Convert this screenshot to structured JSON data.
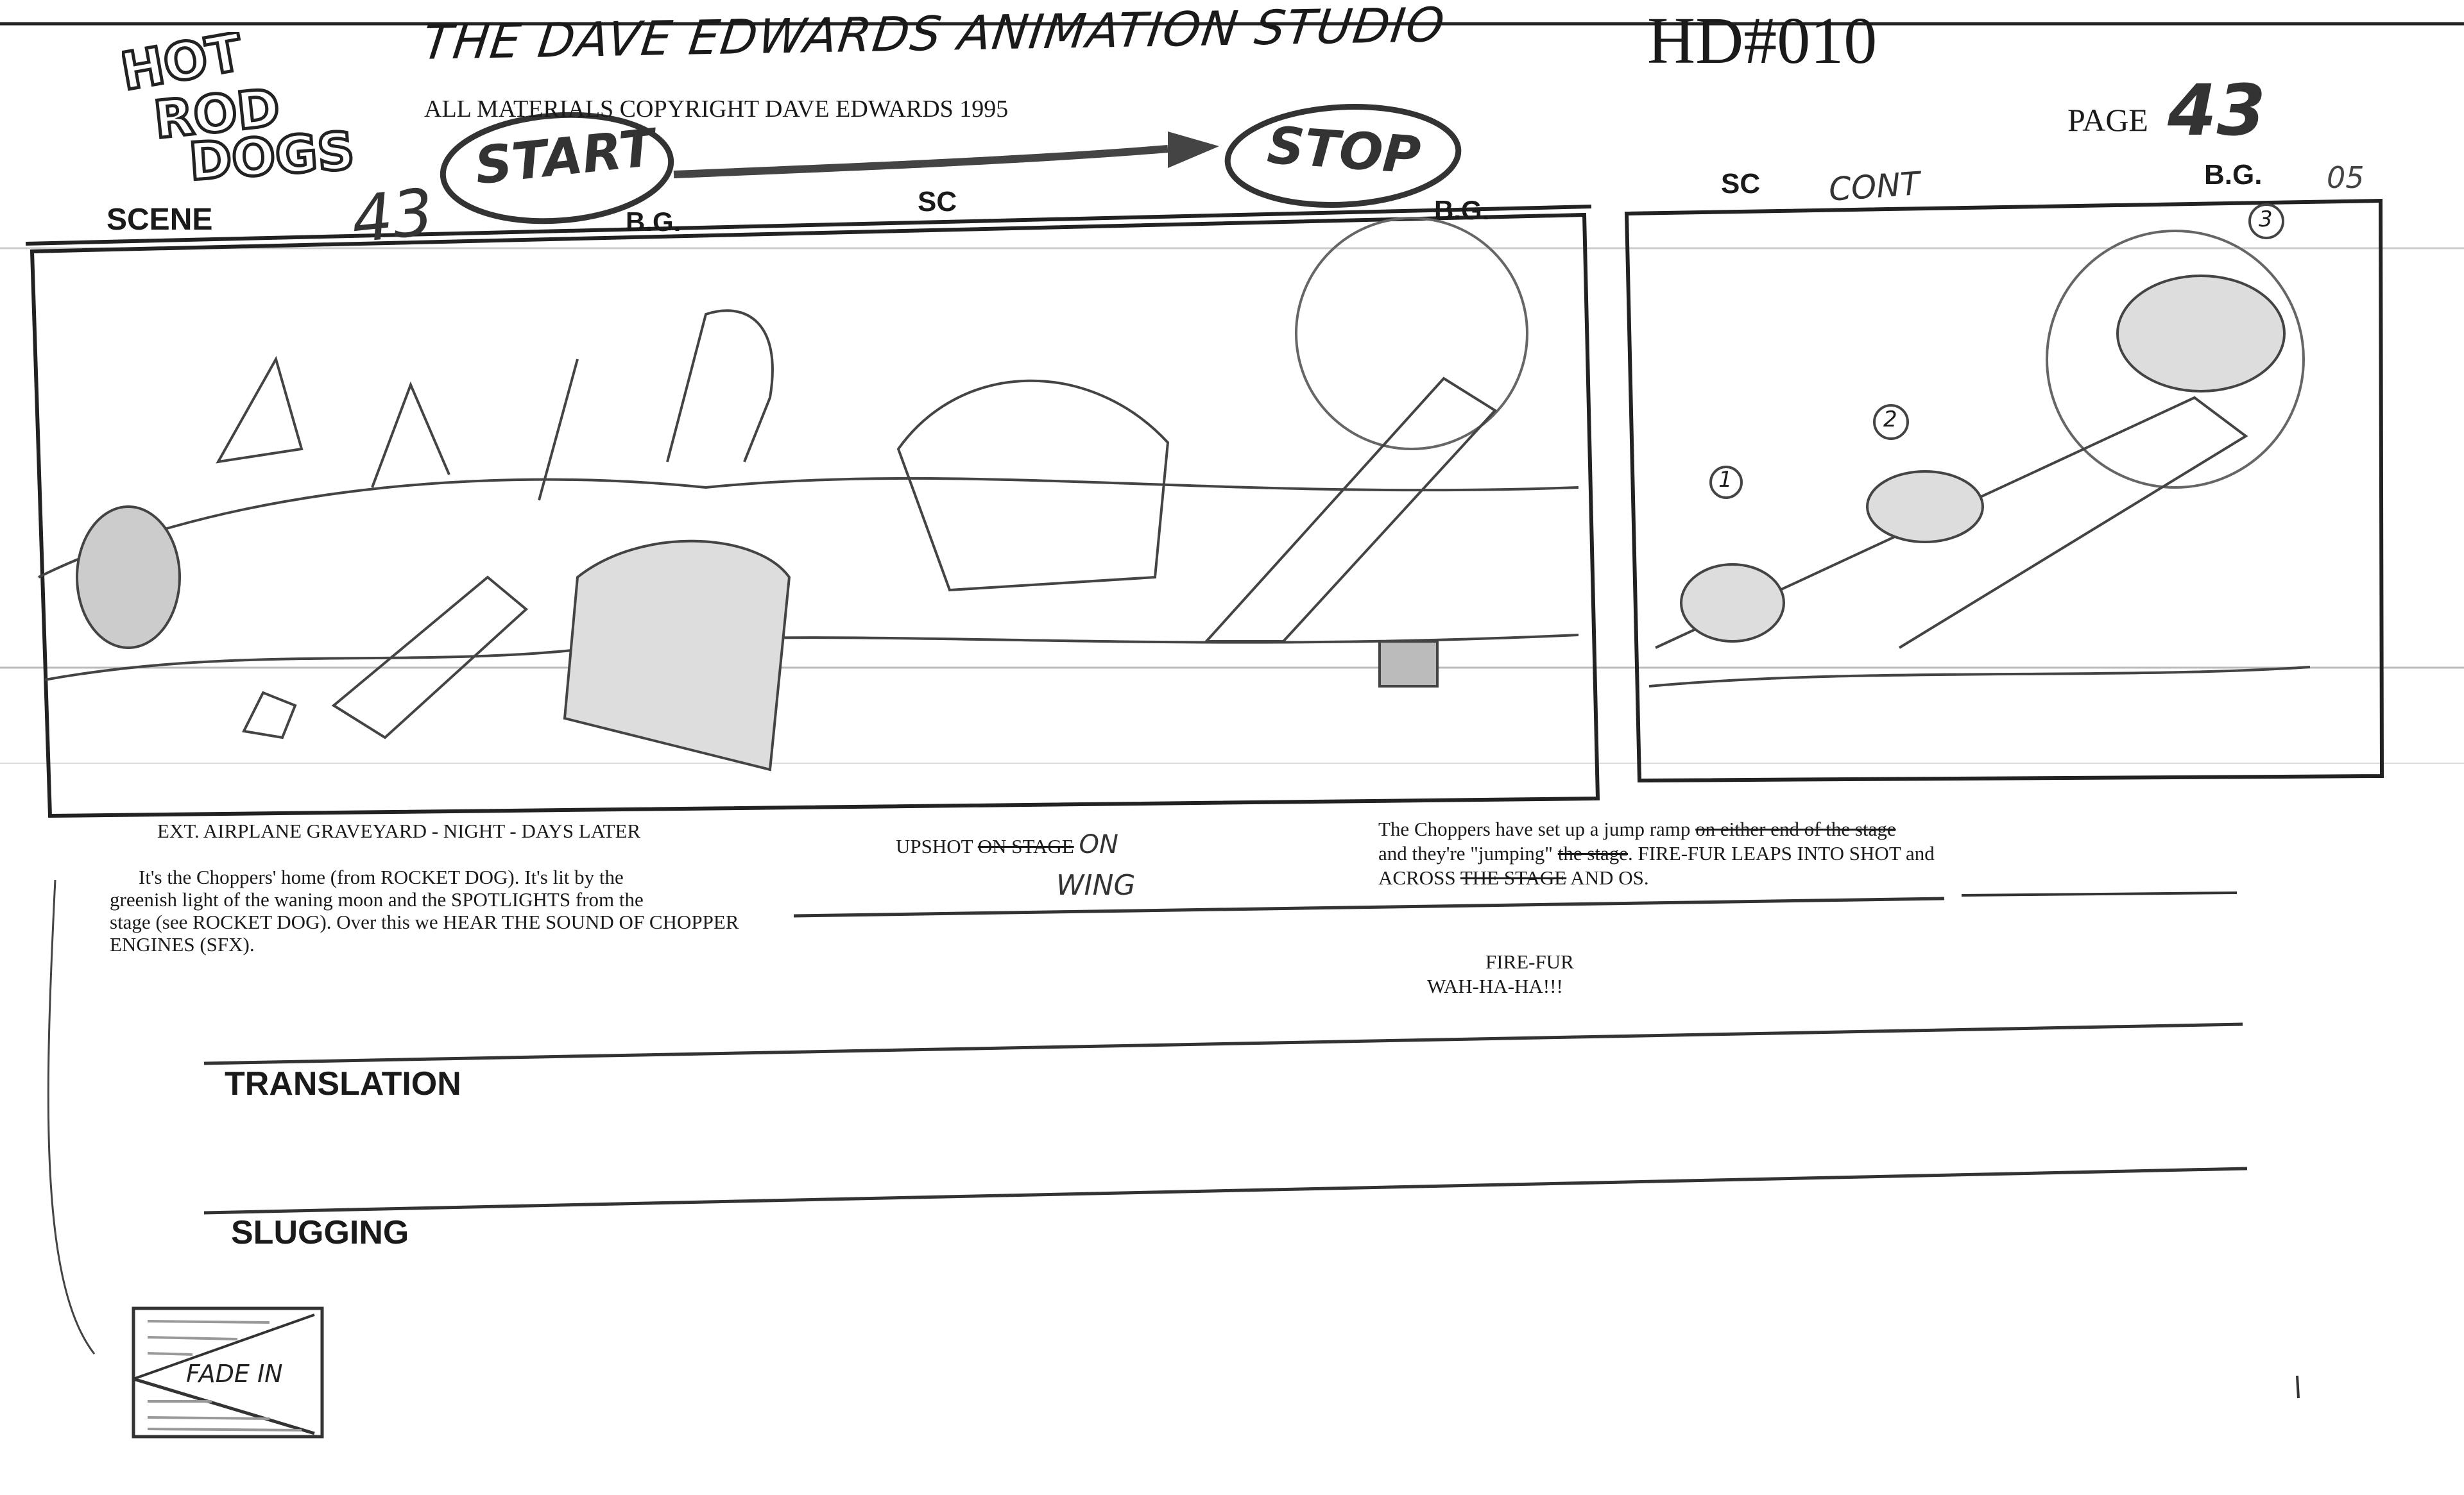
{
  "header": {
    "studio": "THE DAVE EDWARDS ANIMATION STUDIO",
    "episode_code": "HD#010",
    "copyright": "ALL MATERIALS COPYRIGHT DAVE EDWARDS 1995",
    "logo_text": "HOT ROD DOGS",
    "page_label": "PAGE",
    "page_number": "43"
  },
  "scene": {
    "label": "SCENE",
    "number": "43",
    "start": "START",
    "stop": "STOP",
    "bg_label": "B.G.",
    "sc_label": "SC"
  },
  "panel2": {
    "sc_label": "SC",
    "sc_value": "CONT",
    "bg_label": "B.G.",
    "bg_value": "05",
    "markers": [
      "1",
      "2",
      "3"
    ]
  },
  "captions": {
    "slug": "EXT. AIRPLANE GRAVEYARD - NIGHT - DAYS LATER",
    "description": [
      "It's the Choppers' home (from ROCKET DOG). It's lit by the",
      "greenish light of the waning moon and the SPOTLIGHTS from the",
      "stage (see ROCKET DOG). Over this we HEAR THE SOUND OF CHOPPER",
      "ENGINES (SFX)."
    ],
    "camera": {
      "text": "UPSHOT",
      "struck": "ON STAGE",
      "handwritten": "ON",
      "handwritten2": "WING"
    },
    "action": {
      "l1": "The Choppers have set up a jump ramp",
      "l1_struck": "on either end of the stage",
      "l2a": "and they're \"jumping\"",
      "l2_struck": "the stage",
      "l2b": ". FIRE-FUR LEAPS INTO SHOT and",
      "l3a": "ACROSS",
      "l3_struck": "THE STAGE",
      "l3b": "AND OS."
    },
    "dialogue": {
      "character": "FIRE-FUR",
      "line": "WAH-HA-HA!!!"
    }
  },
  "sections": {
    "translation": "TRANSLATION",
    "slugging": "SLUGGING"
  },
  "transition": {
    "label": "FADE IN"
  }
}
